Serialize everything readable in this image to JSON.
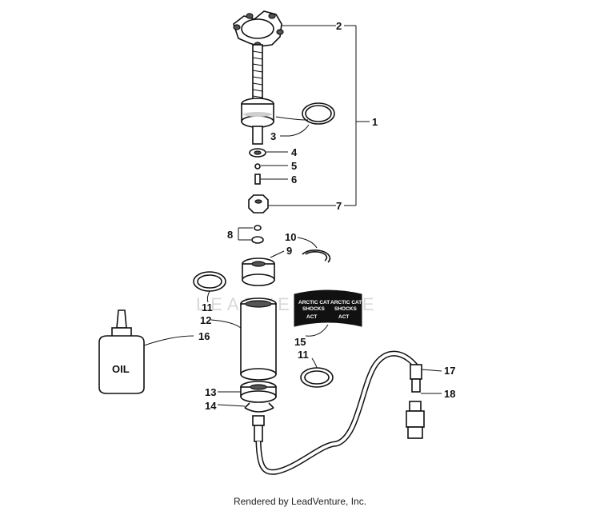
{
  "watermark": "LEADVENTURE",
  "callouts": {
    "c1": "1",
    "c2": "2",
    "c3": "3",
    "c4": "4",
    "c5": "5",
    "c6": "6",
    "c7": "7",
    "c8": "8",
    "c9": "9",
    "c10": "10",
    "c11a": "11",
    "c11b": "11",
    "c12": "12",
    "c13": "13",
    "c14": "14",
    "c15": "15",
    "c16": "16",
    "c17": "17",
    "c18": "18"
  },
  "oil_bottle_label": "OIL",
  "decal": {
    "left_line1": "ARCTIC CAT",
    "left_line2": "SHOCKS",
    "right_line1": "ARCTIC CAT",
    "right_line2": "SHOCKS",
    "logo": "ACT"
  },
  "footer": "Rendered by LeadVenture, Inc."
}
